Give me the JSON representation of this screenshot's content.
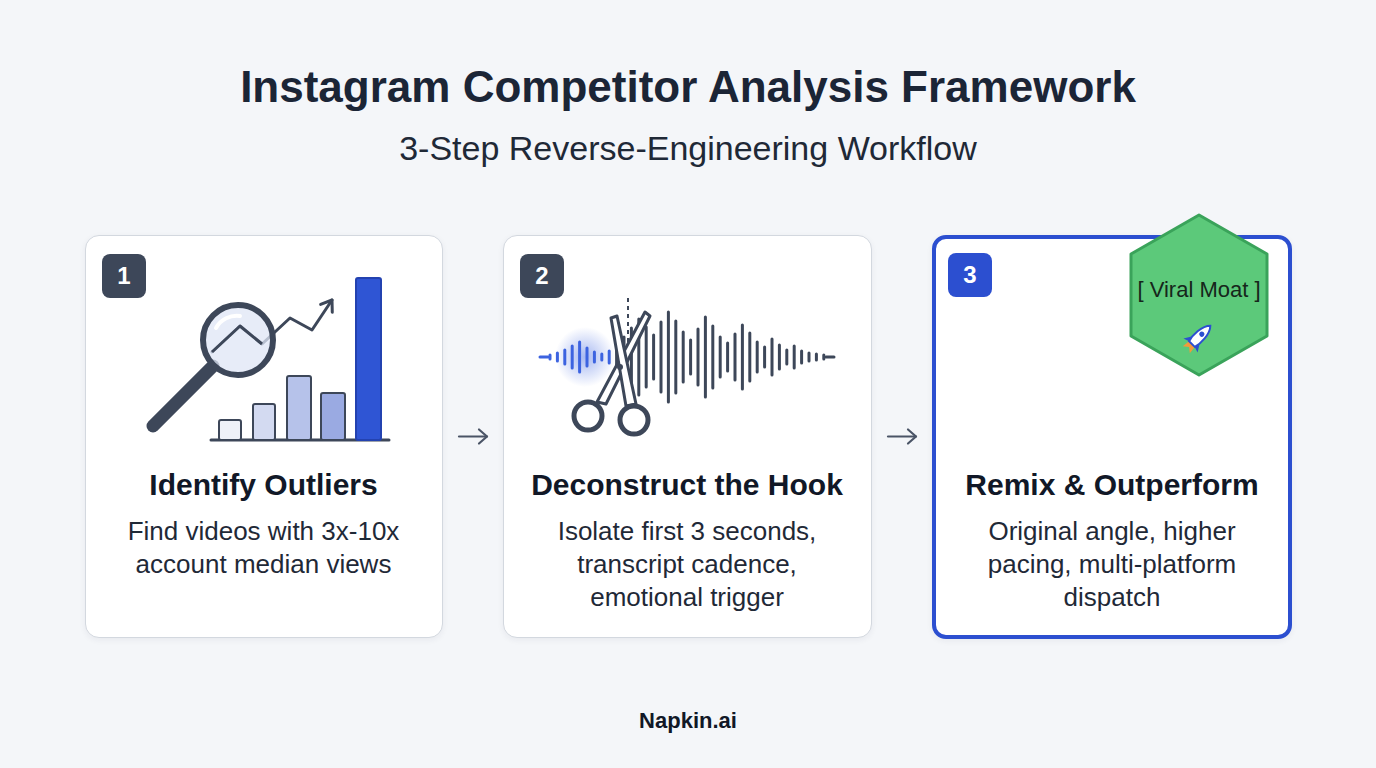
{
  "diagram": {
    "title": "Instagram Competitor Analysis Framework",
    "caption": "3-Step Reverse-Engineering Workflow",
    "nodes": [
      {
        "text": [
          "Identify Outliers",
          "Find videos with 3x-10x account median views"
        ]
      },
      {
        "text": [
          "1"
        ],
        "in": 0
      },
      {
        "text": [
          "Deconstruct the Hook",
          "Isolate first 3 seconds, transcript cadence, emotional trigger"
        ]
      },
      {
        "text": [
          "2"
        ],
        "in": 2
      },
      {
        "text": [
          "Remix & Outperform",
          "Original angle, higher pacing, multi-platform dispatch"
        ]
      },
      {
        "text": [
          "3"
        ],
        "in": 4
      },
      {
        "text": [
          "[ Viral Moat ]"
        ],
        "in": 4
      }
    ],
    "edges": [
      {
        "from": 0,
        "to": 2,
        "arrow": "to"
      },
      {
        "from": 2,
        "to": 4,
        "arrow": "to"
      }
    ],
    "labels": [
      "Napkin.ai"
    ]
  }
}
